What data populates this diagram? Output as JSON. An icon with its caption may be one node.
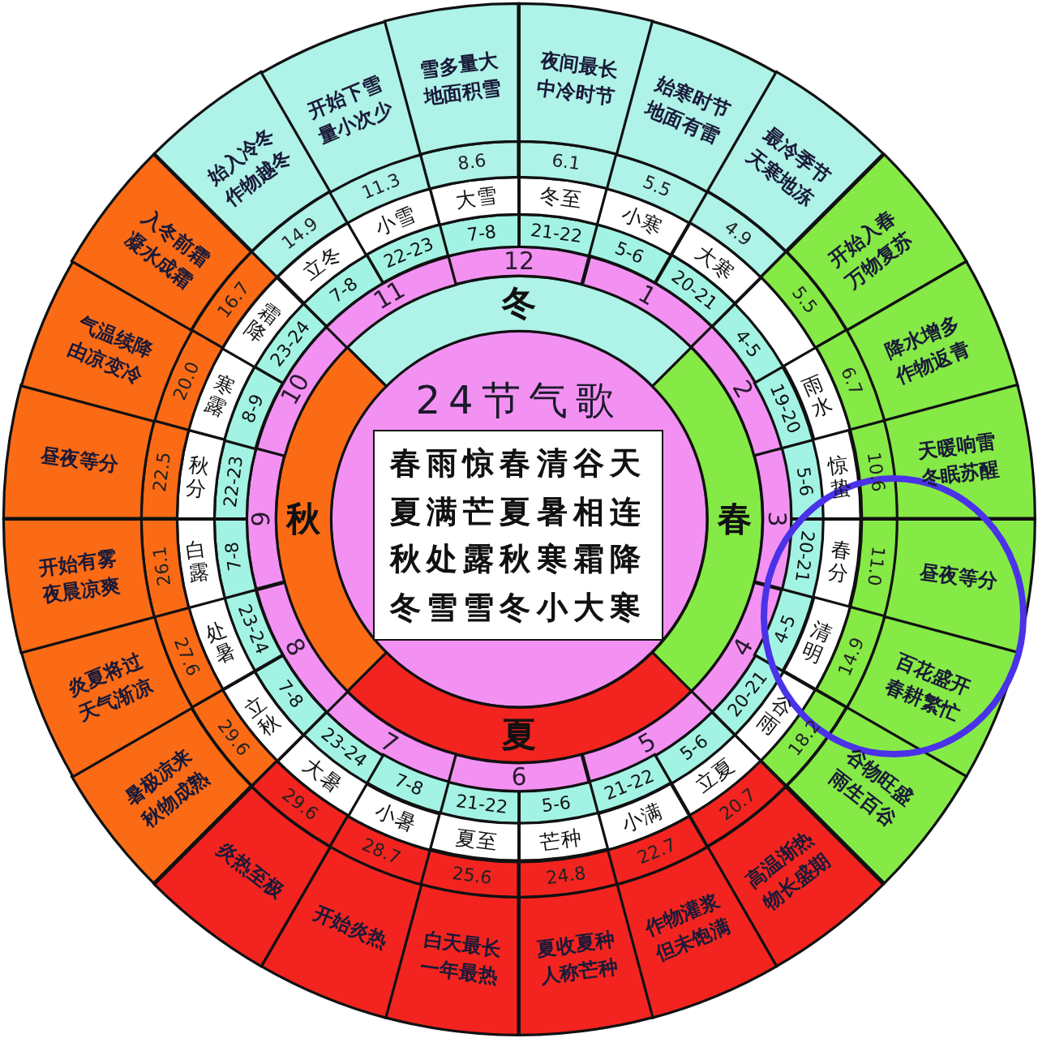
{
  "diagram": {
    "nodes": [
      {
        "text": [
          "24节气歌"
        ]
      },
      {
        "text": [
          "春雨惊春清谷天夏满芒夏暑相连秋处露秋寒霜降冬雪雪冬小大寒"
        ],
        "in": 0
      },
      {
        "text": [
          "冬"
        ]
      },
      {
        "text": [
          "春"
        ]
      },
      {
        "text": [
          "夏"
        ]
      },
      {
        "text": [
          "秋"
        ]
      },
      {
        "text": [
          "12"
        ]
      },
      {
        "text": [
          "1"
        ]
      },
      {
        "text": [
          "2"
        ]
      },
      {
        "text": [
          "3"
        ]
      },
      {
        "text": [
          "4"
        ]
      },
      {
        "text": [
          "5"
        ]
      },
      {
        "text": [
          "6"
        ]
      },
      {
        "text": [
          "7"
        ]
      },
      {
        "text": [
          "8"
        ]
      },
      {
        "text": [
          "9"
        ]
      },
      {
        "text": [
          "10"
        ]
      },
      {
        "text": [
          "11"
        ]
      },
      {
        "text": [
          "21-22"
        ]
      },
      {
        "text": [
          "5-6"
        ]
      },
      {
        "text": [
          "20-21"
        ]
      },
      {
        "text": [
          "4-5"
        ]
      },
      {
        "text": [
          "19-20"
        ]
      },
      {
        "text": [
          "5-6"
        ]
      },
      {
        "text": [
          "20-21"
        ]
      },
      {
        "text": [
          "4-5"
        ]
      },
      {
        "text": [
          "20-21"
        ]
      },
      {
        "text": [
          "5-6"
        ]
      },
      {
        "text": [
          "21-22"
        ]
      },
      {
        "text": [
          "5-6"
        ]
      },
      {
        "text": [
          "21-22"
        ]
      },
      {
        "text": [
          "7-8"
        ]
      },
      {
        "text": [
          "23-24"
        ]
      },
      {
        "text": [
          "7-8"
        ]
      },
      {
        "text": [
          "23-24"
        ]
      },
      {
        "text": [
          "7-8"
        ]
      },
      {
        "text": [
          "22-23"
        ]
      },
      {
        "text": [
          "8-9"
        ]
      },
      {
        "text": [
          "23-24"
        ]
      },
      {
        "text": [
          "7-8"
        ]
      },
      {
        "text": [
          "22-23"
        ]
      },
      {
        "text": [
          "7-8"
        ]
      },
      {
        "text": [
          "冬至"
        ]
      },
      {
        "text": [
          "小寒"
        ]
      },
      {
        "text": [
          "大寒"
        ]
      },
      {
        "text": [],
        "shape": "band"
      },
      {
        "text": [
          "雨水"
        ]
      },
      {
        "text": [
          "惊蛰"
        ]
      },
      {
        "text": [
          "春分"
        ]
      },
      {
        "text": [
          "清明"
        ]
      },
      {
        "text": [
          "谷雨"
        ]
      },
      {
        "text": [
          "立夏"
        ]
      },
      {
        "text": [
          "小满"
        ]
      },
      {
        "text": [
          "芒种"
        ]
      },
      {
        "text": [
          "夏至"
        ]
      },
      {
        "text": [
          "小暑"
        ]
      },
      {
        "text": [
          "大暑"
        ]
      },
      {
        "text": [
          "立秋"
        ]
      },
      {
        "text": [
          "处暑"
        ]
      },
      {
        "text": [
          "白露"
        ]
      },
      {
        "text": [
          "秋分"
        ]
      },
      {
        "text": [
          "寒露"
        ]
      },
      {
        "text": [
          "霜降"
        ]
      },
      {
        "text": [
          "立冬"
        ]
      },
      {
        "text": [
          "小雪"
        ]
      },
      {
        "text": [
          "大雪"
        ]
      },
      {
        "text": [
          "6.1"
        ]
      },
      {
        "text": [
          "5.5"
        ]
      },
      {
        "text": [
          "4.9"
        ]
      },
      {
        "text": [
          "5.5"
        ]
      },
      {
        "text": [
          "6.7"
        ]
      },
      {
        "text": [
          "10.6"
        ]
      },
      {
        "text": [
          "11.0"
        ]
      },
      {
        "text": [
          "14.9"
        ]
      },
      {
        "text": [
          "18.2"
        ]
      },
      {
        "text": [
          "20.7"
        ]
      },
      {
        "text": [
          "22.7"
        ]
      },
      {
        "text": [
          "24.8"
        ]
      },
      {
        "text": [
          "25.6"
        ]
      },
      {
        "text": [
          "28.7"
        ]
      },
      {
        "text": [
          "29.6"
        ]
      },
      {
        "text": [
          "29.6"
        ]
      },
      {
        "text": [
          "27.6"
        ]
      },
      {
        "text": [
          "26.1"
        ]
      },
      {
        "text": [
          "22.5"
        ]
      },
      {
        "text": [
          "20.0"
        ]
      },
      {
        "text": [
          "16.7"
        ]
      },
      {
        "text": [
          "14.9"
        ]
      },
      {
        "text": [
          "11.3"
        ]
      },
      {
        "text": [
          "8.6"
        ]
      },
      {
        "text": [
          "夜间最长中冷时节"
        ]
      },
      {
        "text": [
          "始寒时节地面有雷"
        ]
      },
      {
        "text": [
          "最冷季节天寒地冻"
        ]
      },
      {
        "text": [
          "开始入春万物复苏"
        ]
      },
      {
        "text": [
          "降水增多作物返青"
        ]
      },
      {
        "text": [
          "天暖响雷冬眠苏醒"
        ]
      },
      {
        "text": [
          "昼夜等分"
        ]
      },
      {
        "text": [
          "百花盛开春耕繁忙"
        ]
      },
      {
        "text": [
          "谷物旺盛雨生百谷"
        ]
      },
      {
        "text": [
          "高温渐热物长盛期"
        ]
      },
      {
        "text": [
          "作物灌浆但未饱满"
        ]
      },
      {
        "text": [
          "夏收夏种人称芒种"
        ]
      },
      {
        "text": [
          "白天最长一年最热"
        ]
      },
      {
        "text": [
          "开始炎热"
        ]
      },
      {
        "text": [
          "炎热至极"
        ]
      },
      {
        "text": [
          "暑极凉来秋物成熟"
        ]
      },
      {
        "text": [
          "炎夏将过天气渐凉"
        ]
      },
      {
        "text": [
          "开始有雾夜晨凉爽"
        ]
      },
      {
        "text": [
          "昼夜等分"
        ]
      },
      {
        "text": [
          "气温续降由凉变冷"
        ]
      },
      {
        "text": [
          "入冬前霜凝水成霜"
        ]
      },
      {
        "text": [
          "始入冷冬作物越冬"
        ]
      },
      {
        "text": [
          "开始下雪量小次少"
        ]
      },
      {
        "text": [
          "雪多量大地面积雪"
        ]
      }
    ]
  }
}
